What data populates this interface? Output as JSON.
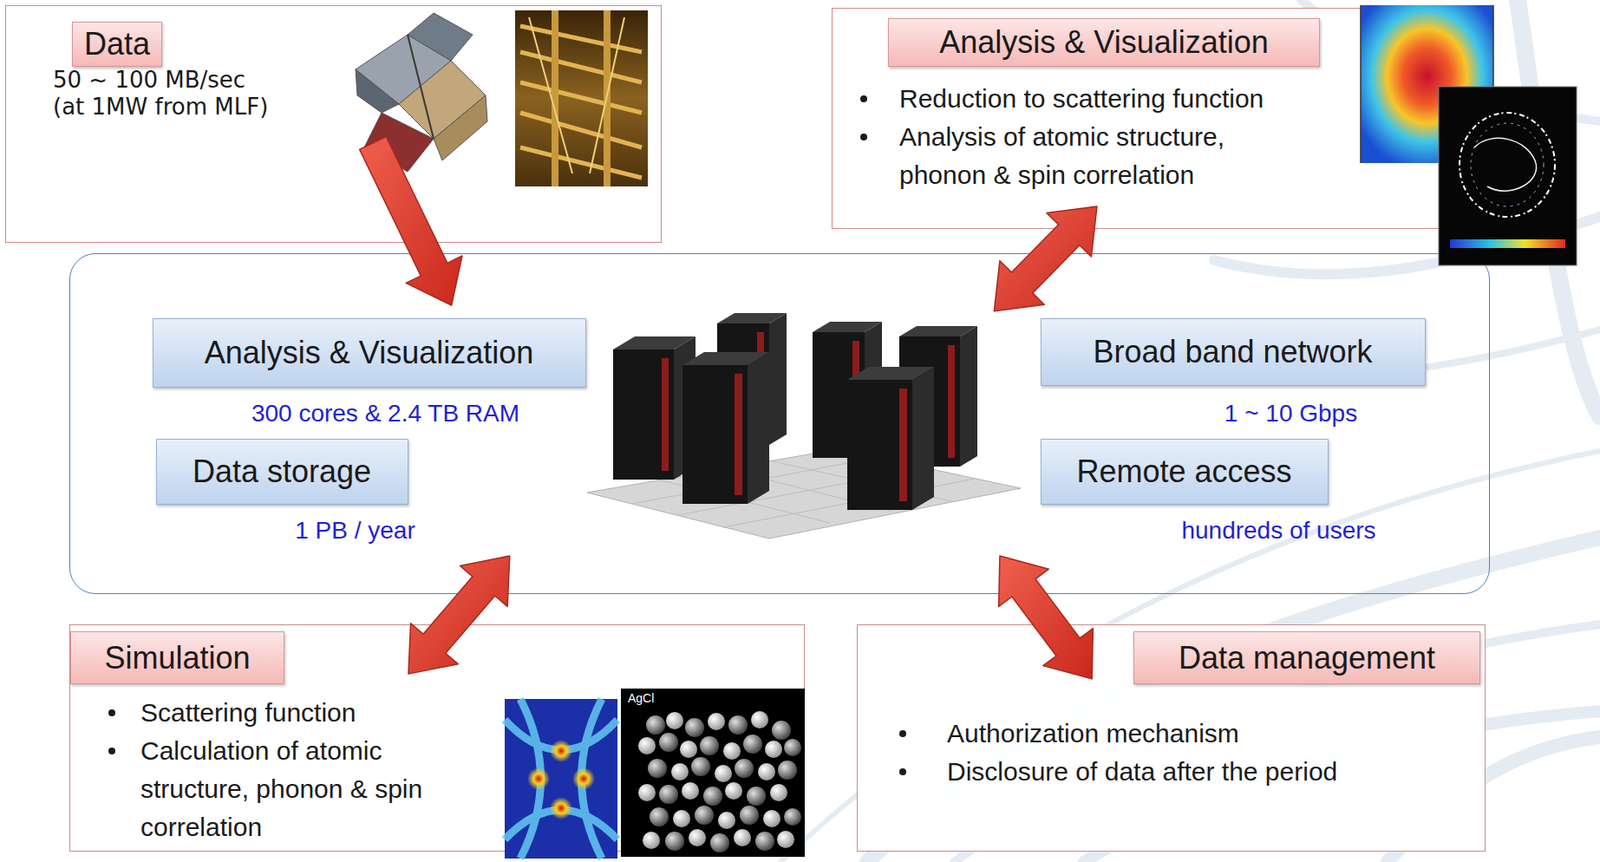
{
  "diagram": {
    "nodes": [
      {
        "text": [
          "Data",
          "50 ~ 100 MB/sec (at 1MW from MLF)"
        ]
      },
      {
        "text": [
          "Analysis & Visualization",
          "Reduction to scattering function",
          "Analysis of atomic structure, phonon & spin correlation"
        ]
      },
      {
        "text": []
      },
      {
        "text": [
          "Analysis & Visualization",
          "300 cores & 2.4 TB RAM"
        ],
        "in": 2
      },
      {
        "text": [
          "Broad band network",
          "1 ~ 10 Gbps"
        ],
        "in": 2
      },
      {
        "text": [
          "Data storage",
          "1 PB / year"
        ],
        "in": 2
      },
      {
        "text": [
          "Remote access",
          "hundreds of users"
        ],
        "in": 2
      },
      {
        "text": [
          "Simulation",
          "Scattering function",
          "Calculation of atomic structure, phonon & spin correlation"
        ]
      },
      {
        "text": [
          "Data management",
          "Authorization mechanism",
          "Disclosure of data after the period"
        ]
      }
    ],
    "edges": [
      {
        "from": 0,
        "to": 2,
        "arrow": "to"
      },
      {
        "from": 1,
        "to": 2,
        "arrow": "both"
      },
      {
        "from": 7,
        "to": 2,
        "arrow": "both"
      },
      {
        "from": 8,
        "to": 2,
        "arrow": "both"
      }
    ],
    "labels": [
      "AgCl"
    ]
  }
}
